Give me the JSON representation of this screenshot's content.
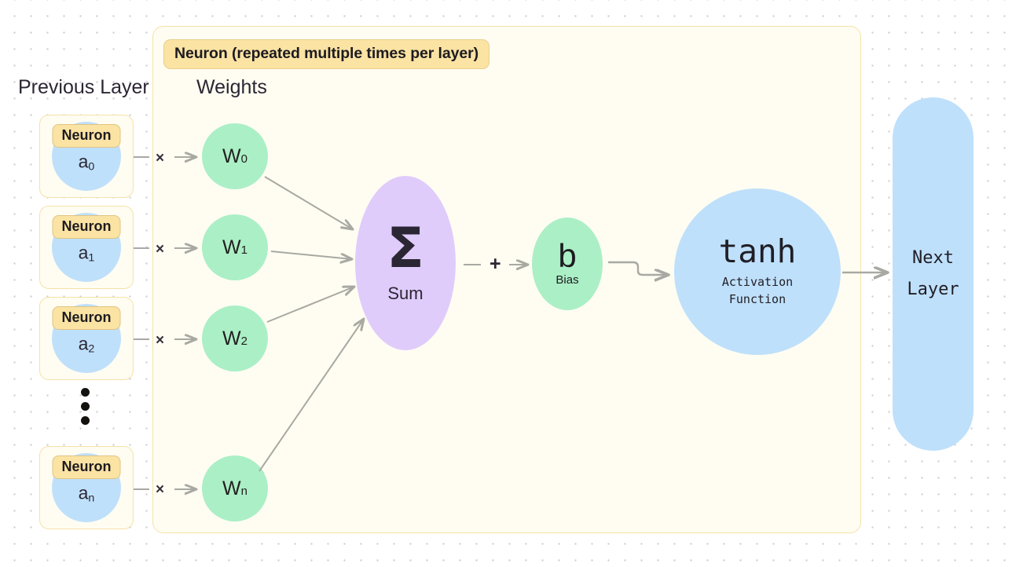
{
  "canvas": {
    "background": "#ffffff",
    "dot_color": "#c9c9cf"
  },
  "colors": {
    "neuron_blue": "#bfe0fb",
    "weight_green": "#abefc6",
    "sum_purple": "#e0ccfb",
    "badge_yellow": "#fae3a3",
    "container_cream": "#fffdf2",
    "container_border": "#f6e2a8",
    "arrow_gray": "#a9a9a3",
    "text_dark": "#2b2633"
  },
  "titles": {
    "previous_layer": "Previous Layer",
    "weights": "Weights"
  },
  "container": {
    "badge": "Neuron (repeated multiple times per layer)"
  },
  "previous_layer": {
    "neurons": [
      {
        "badge": "Neuron",
        "symbol": "a",
        "subscript": "0"
      },
      {
        "badge": "Neuron",
        "symbol": "a",
        "subscript": "1"
      },
      {
        "badge": "Neuron",
        "symbol": "a",
        "subscript": "2"
      },
      {
        "badge": "Neuron",
        "symbol": "a",
        "subscript": "n"
      }
    ],
    "ellipsis": "•••"
  },
  "operators": {
    "multiply": "×",
    "plus": "+"
  },
  "weights": [
    {
      "symbol": "W",
      "subscript": "0"
    },
    {
      "symbol": "W",
      "subscript": "1"
    },
    {
      "symbol": "W",
      "subscript": "2"
    },
    {
      "symbol": "W",
      "subscript": "n"
    }
  ],
  "sum": {
    "symbol": "Σ",
    "label": "Sum"
  },
  "bias": {
    "symbol": "b",
    "label": "Bias"
  },
  "activation": {
    "symbol": "tanh",
    "line1": "Activation",
    "line2": "Function"
  },
  "next_layer": {
    "line1": "Next",
    "line2": "Layer"
  }
}
